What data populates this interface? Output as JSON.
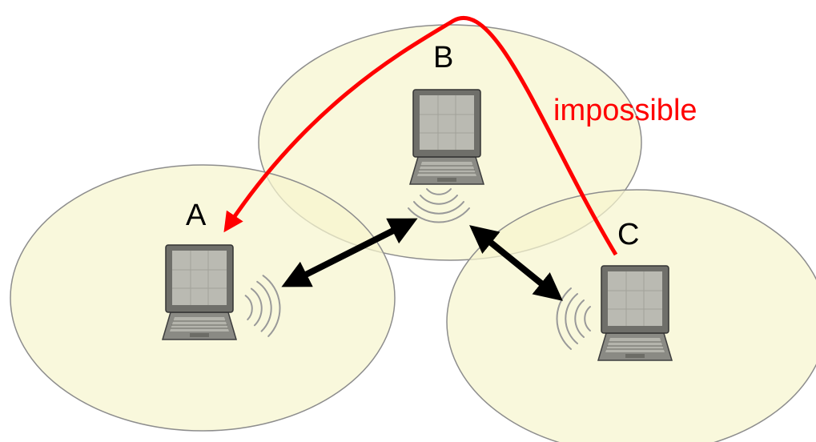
{
  "nodes": {
    "a": {
      "label": "A"
    },
    "b": {
      "label": "B"
    },
    "c": {
      "label": "C"
    }
  },
  "links": {
    "a_c": {
      "label": "impossible"
    }
  },
  "colors": {
    "range_fill": "#f7f5cf",
    "range_stroke": "#8d8d8d",
    "impossible": "#ff0000",
    "link": "#000000"
  }
}
